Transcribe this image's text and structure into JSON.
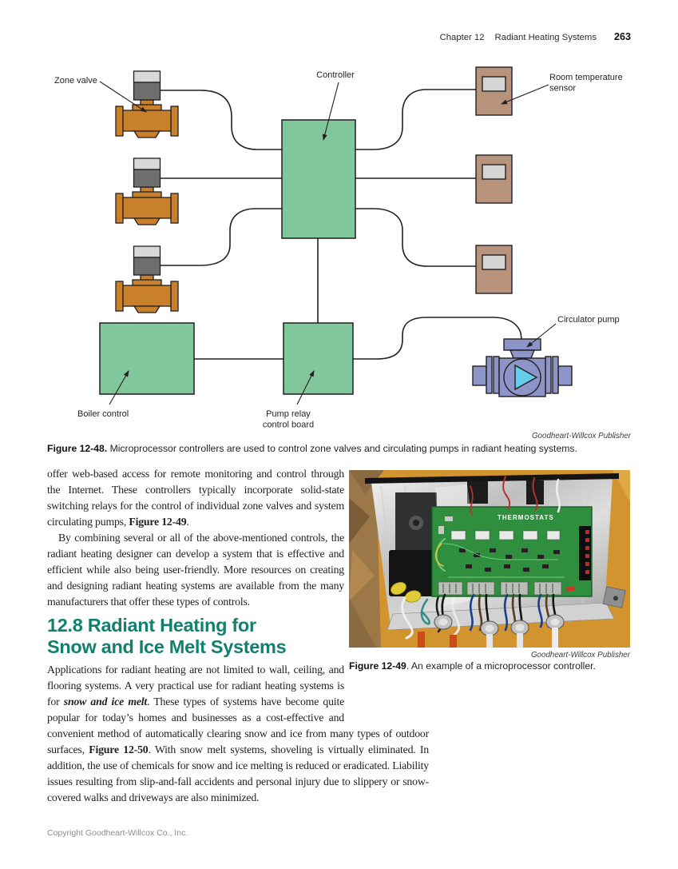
{
  "header": {
    "chapter": "Chapter 12",
    "title": "Radiant Heating Systems",
    "page": "263"
  },
  "figure48": {
    "labels": {
      "zone_valve": "Zone valve",
      "controller": "Controller",
      "room_temp_1": "Room temperature",
      "room_temp_2": "sensor",
      "circulator_pump": "Circulator pump",
      "boiler_control": "Boiler control",
      "pump_relay_1": "Pump relay",
      "pump_relay_2": "control board"
    },
    "credit": "Goodheart-Willcox Publisher",
    "caption_label": "Figure 12-48.",
    "caption_text": " Microprocessor controllers are used to control zone valves and circulating pumps in radiant heating systems.",
    "colors": {
      "box_green": "#81c79c",
      "valve_orange": "#c9802b",
      "sensor_tan": "#b8937c",
      "pump_purple": "#8d94c8",
      "pump_arrow_blue": "#66cdea",
      "line_black": "#231f20"
    }
  },
  "figure49": {
    "board_label": "THERMOSTATS",
    "credit": "Goodheart-Willcox Publisher",
    "caption_label": "Figure 12-49",
    "caption_text": ". An example of a microprocessor controller.",
    "colors": {
      "wall_orange": "#d2942f",
      "pcb_green": "#2f8f3e"
    }
  },
  "content": {
    "heading_color": "#12806e",
    "p1_t1": "offer web-based access for remote monitoring and control through the Internet. These controllers typically incorporate solid-state switching relays for the control of individual zone valves and system circulating pumps, ",
    "p1_b": "Figure 12-49",
    "p1_t2": ".",
    "p2": "By combining several or all of the above-mentioned controls, the radiant heating designer can develop a system that is effective and efficient while also being user-friendly. More resources on creating and designing radiant heating systems are available from the many manufacturers that offer these types of controls.",
    "heading_l1": "12.8 Radiant Heating for",
    "heading_l2": "Snow and Ice Melt Systems",
    "p3_t1": "Applications for radiant heating are not limited to wall, ceiling, and flooring systems. A very practical use for radiant heating systems is for ",
    "p3_bi": "snow and ice melt",
    "p3_t2": ". These types of systems have become quite popular for today’s homes and businesses as a cost-effective and convenient method of automatically clearing snow and ice from many types of outdoor surfaces, ",
    "p3_b": "Figure 12-50",
    "p3_t3": ". With snow melt systems, shoveling is virtually eliminated. In addition, the use of chemicals for snow and ice melting is reduced or eradicated. Liability issues resulting from slip-and-fall accidents and personal injury due to slippery or snow-covered walks and driveways are also minimized."
  },
  "footer": {
    "copyright": "Copyright Goodheart-Willcox Co., Inc."
  }
}
